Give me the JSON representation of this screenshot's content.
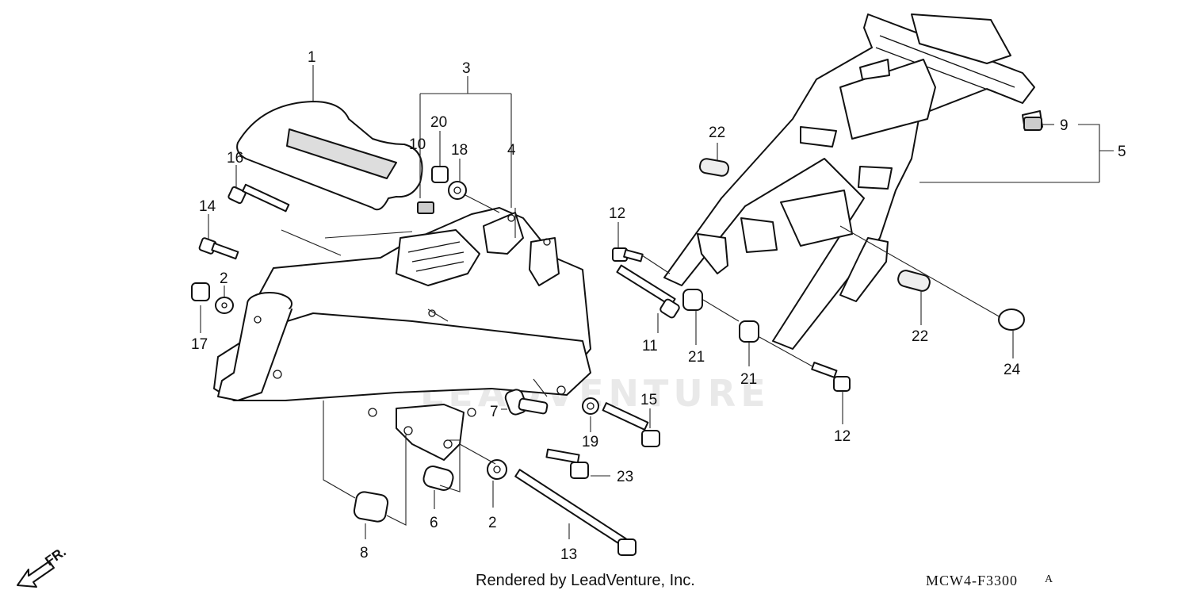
{
  "watermark": "LEADVENTURE",
  "footer": {
    "credit": "Rendered by LeadVenture, Inc.",
    "diagram_code": "MCW4-F3300",
    "revision": "A"
  },
  "direction_label": "FR.",
  "callouts": {
    "c1": "1",
    "c2a": "2",
    "c2b": "2",
    "c3": "3",
    "c4": "4",
    "c5": "5",
    "c6": "6",
    "c7": "7",
    "c8": "8",
    "c9": "9",
    "c10": "10",
    "c11": "11",
    "c12a": "12",
    "c12b": "12",
    "c13": "13",
    "c14": "14",
    "c15": "15",
    "c16": "16",
    "c17": "17",
    "c18": "18",
    "c19": "19",
    "c20": "20",
    "c21a": "21",
    "c21b": "21",
    "c22a": "22",
    "c22b": "22",
    "c23": "23",
    "c24": "24"
  }
}
